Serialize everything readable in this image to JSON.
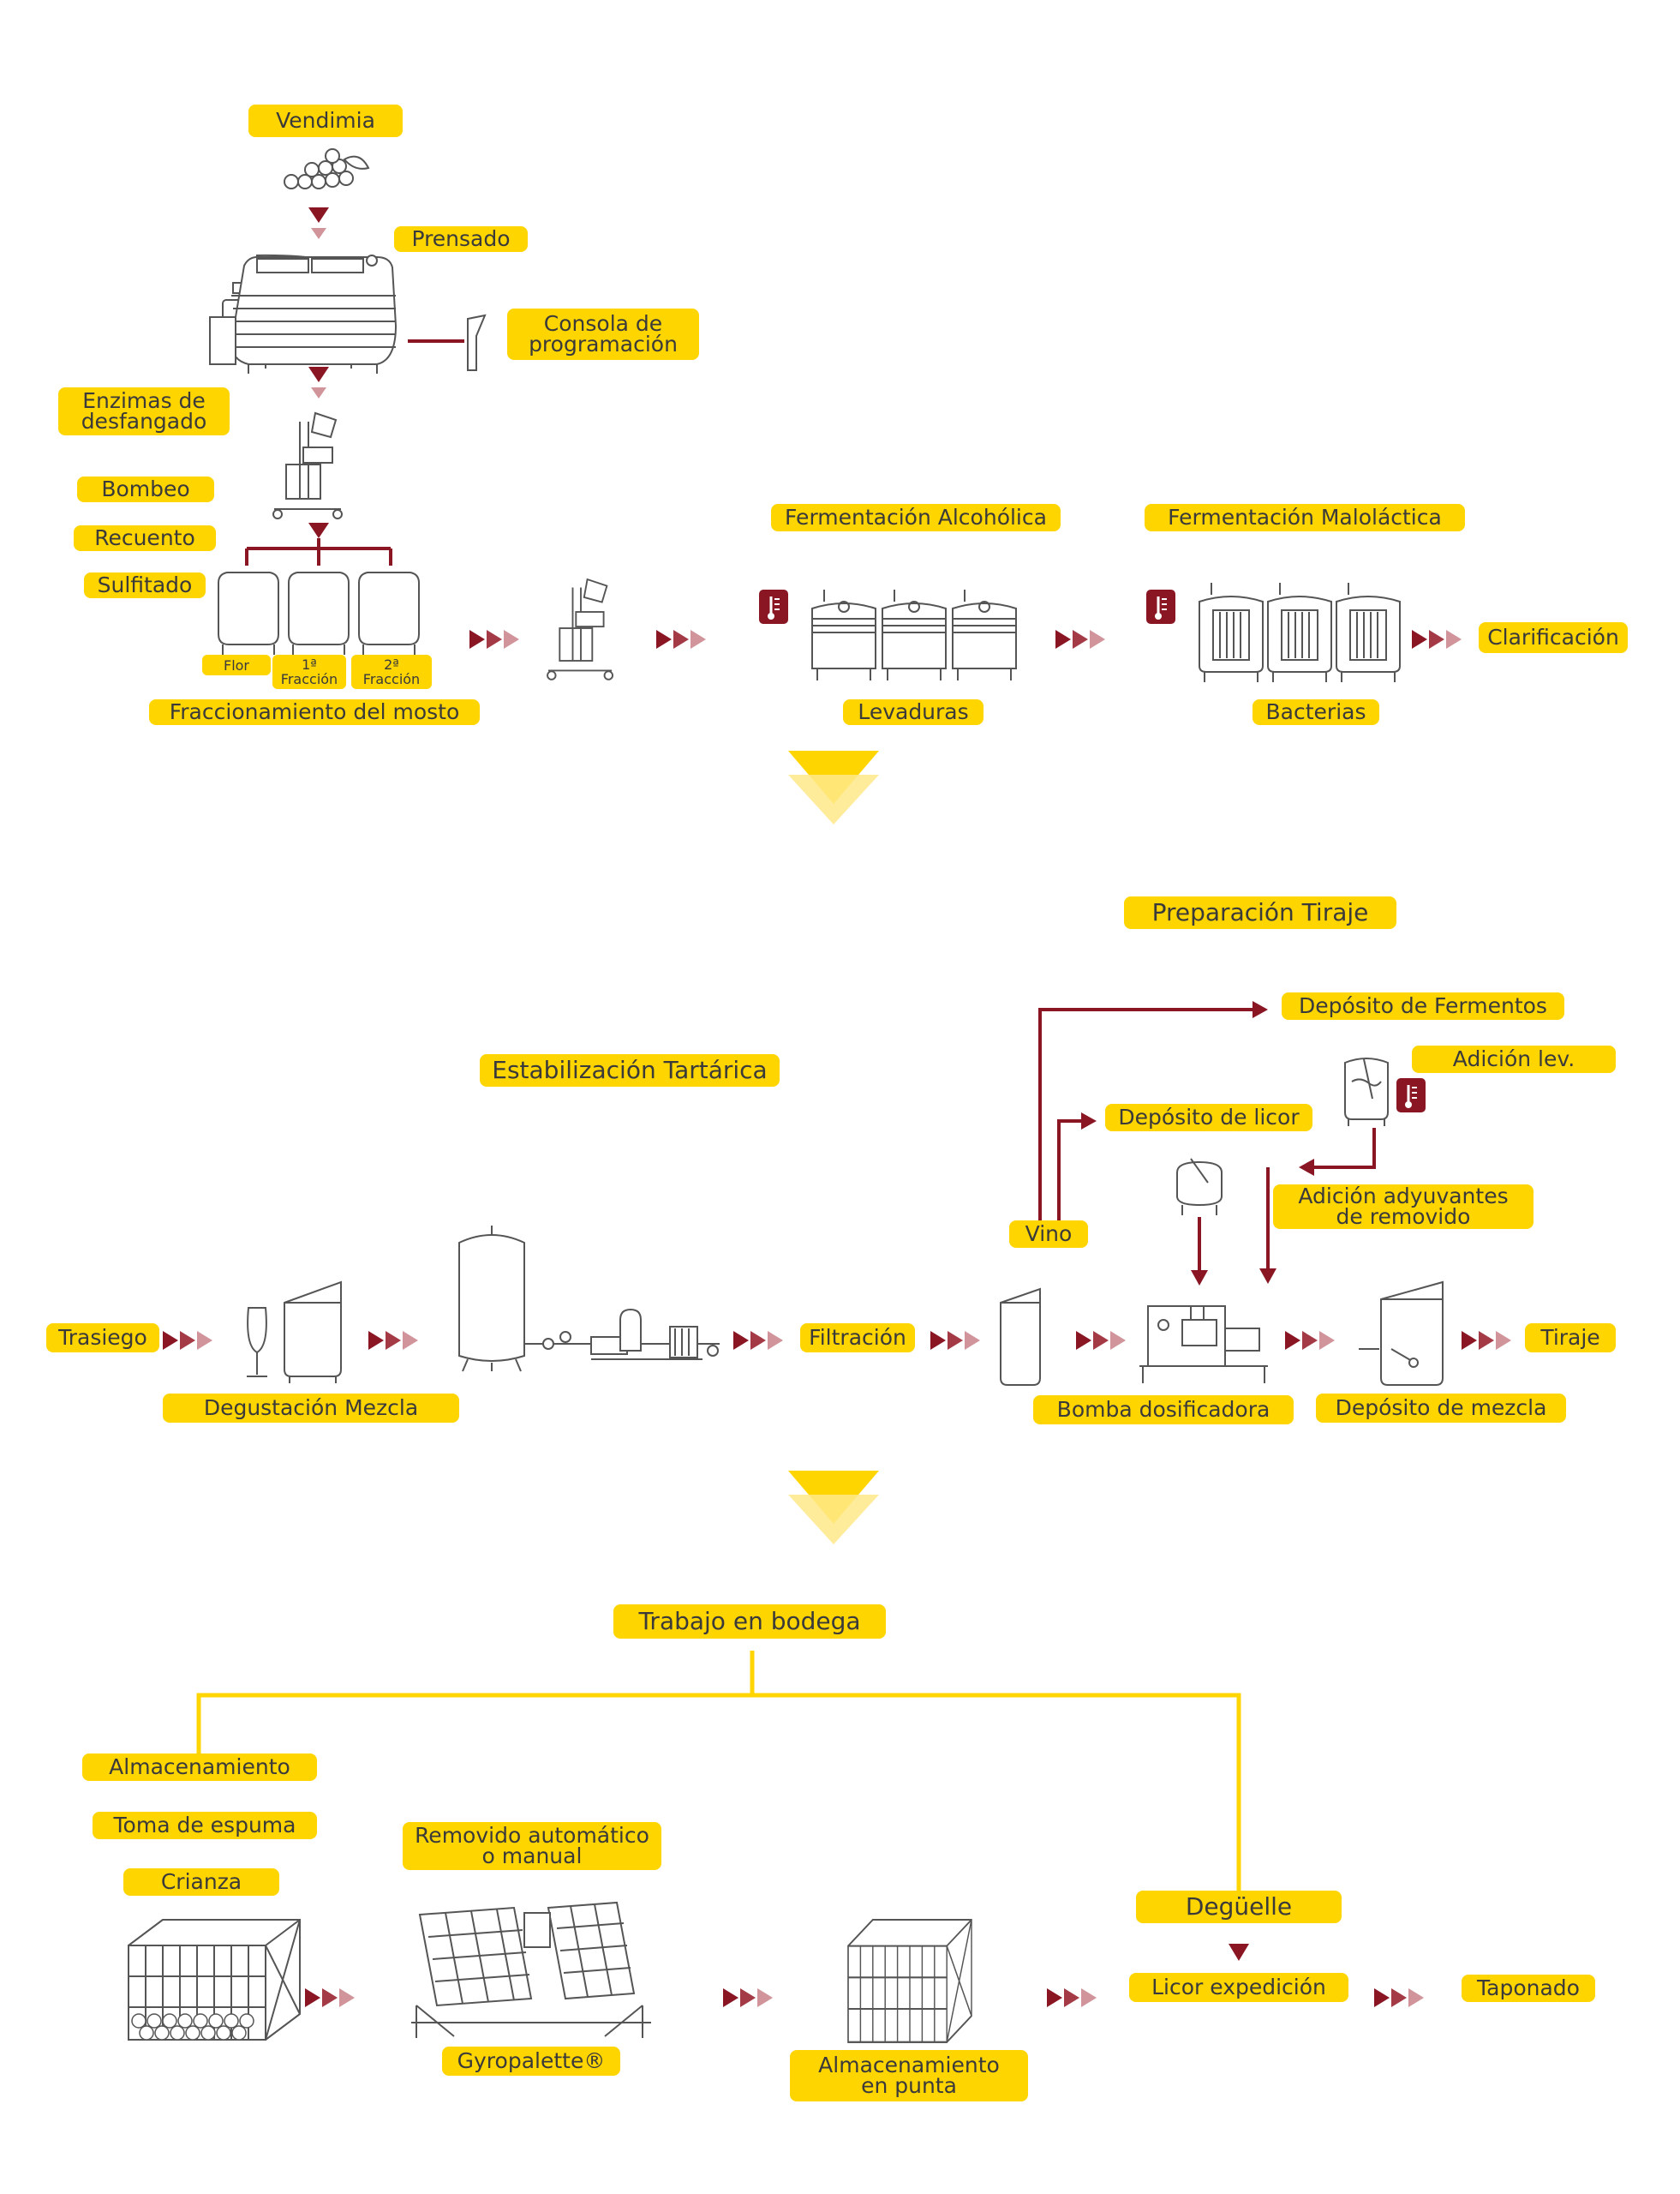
{
  "colors": {
    "label_bg": "#ffd500",
    "flow_yellow": "#ffd500",
    "arrow_dark": "#8a1624",
    "arrow_light": "#c98389",
    "text": "#3a3a3a",
    "sketch": "#555555"
  },
  "section1": {
    "vendimia": "Vendimia",
    "prensado": "Prensado",
    "consola": "Consola de\nprogramación",
    "enzimas": "Enzimas de\ndesfangado",
    "bombeo": "Bombeo",
    "recuento": "Recuento",
    "sulfitado": "Sulfitado",
    "flor": "Flor",
    "fraccion1": "1ª\nFracción",
    "fraccion2": "2ª\nFracción",
    "fraccionamiento": "Fraccionamiento del mosto",
    "ferm_alcoholica": "Fermentación Alcohólica",
    "levaduras": "Levaduras",
    "ferm_malolactica": "Fermentación Maloláctica",
    "bacterias": "Bacterias",
    "clarificacion": "Clarificación"
  },
  "section2": {
    "preparacion_tiraje": "Preparación Tiraje",
    "deposito_fermentos": "Depósito de Fermentos",
    "adicion_lev": "Adición lev.",
    "deposito_licor": "Depósito de licor",
    "estabilizacion": "Estabilización Tartárica",
    "adicion_adyuvantes": "Adición adyuvantes\nde removido",
    "vino": "Vino",
    "trasiego": "Trasiego",
    "filtracion": "Filtración",
    "tiraje": "Tiraje",
    "degustacion": "Degustación Mezcla",
    "bomba": "Bomba dosificadora",
    "deposito_mezcla": "Depósito de mezcla"
  },
  "section3": {
    "trabajo": "Trabajo en bodega",
    "almacenamiento": "Almacenamiento",
    "toma_espuma": "Toma de espuma",
    "crianza": "Crianza",
    "removido": "Removido automático\no manual",
    "deguelle": "Degüelle",
    "licor_expedicion": "Licor expedición",
    "taponado": "Taponado",
    "gyropalette": "Gyropalette®",
    "almacenamiento_punta": "Almacenamiento\nen punta"
  }
}
